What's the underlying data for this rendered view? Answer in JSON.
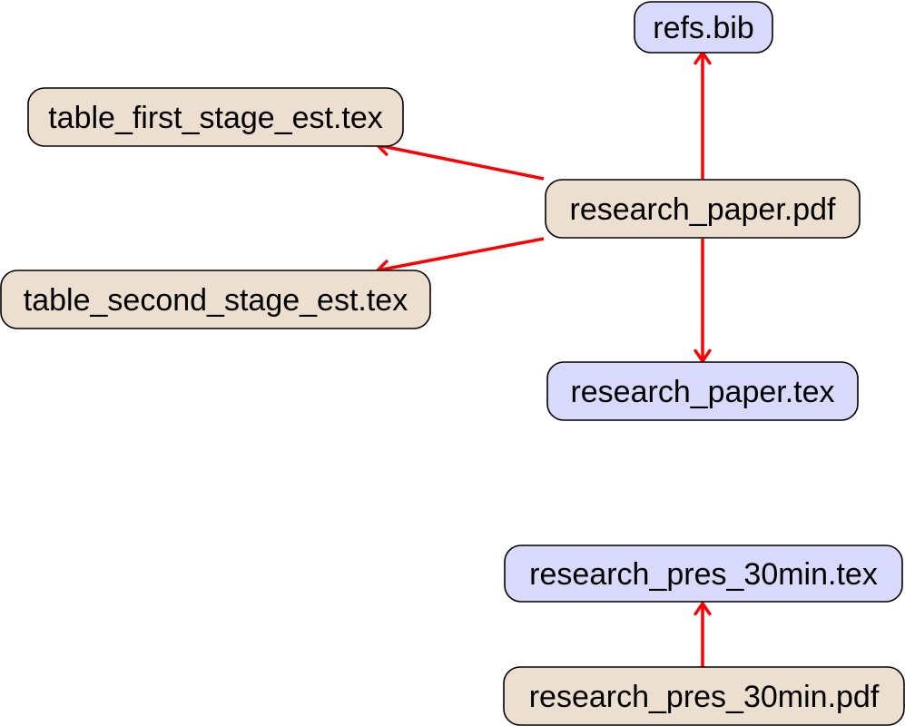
{
  "colors": {
    "output_fill": "#eddfcf",
    "source_fill": "#d9d9fb",
    "edge": "#ff0000",
    "border": "#000000"
  },
  "nodes": [
    {
      "id": "refs_bib",
      "label": "refs.bib",
      "kind": "source"
    },
    {
      "id": "table_first",
      "label": "table_first_stage_est.tex",
      "kind": "output"
    },
    {
      "id": "paper_pdf",
      "label": "research_paper.pdf",
      "kind": "output"
    },
    {
      "id": "table_second",
      "label": "table_second_stage_est.tex",
      "kind": "output"
    },
    {
      "id": "paper_tex",
      "label": "research_paper.tex",
      "kind": "source"
    },
    {
      "id": "pres_tex",
      "label": "research_pres_30min.tex",
      "kind": "source"
    },
    {
      "id": "pres_pdf",
      "label": "research_pres_30min.pdf",
      "kind": "output"
    }
  ],
  "edges": [
    {
      "from": "paper_pdf",
      "to": "refs_bib"
    },
    {
      "from": "paper_pdf",
      "to": "table_first"
    },
    {
      "from": "paper_pdf",
      "to": "table_second"
    },
    {
      "from": "paper_pdf",
      "to": "paper_tex"
    },
    {
      "from": "pres_pdf",
      "to": "pres_tex"
    }
  ]
}
